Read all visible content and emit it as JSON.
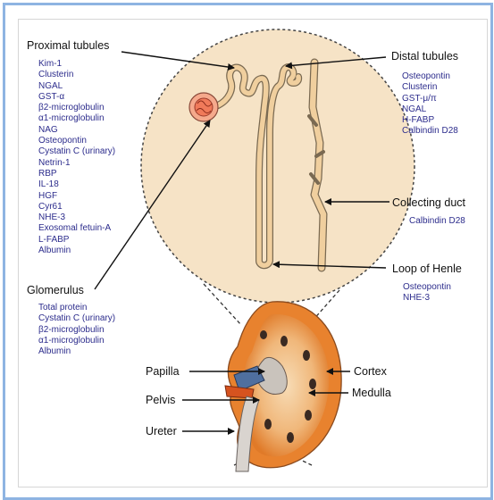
{
  "proximal": {
    "title": "Proximal tubules",
    "markers": [
      "Kim-1",
      "Clusterin",
      "NGAL",
      "GST-α",
      "β2-microglobulin",
      "α1-microglobulin",
      "NAG",
      "Osteopontin",
      "Cystatin C (urinary)",
      "Netrin-1",
      "RBP",
      "IL-18",
      "HGF",
      "Cyr61",
      "NHE-3",
      "Exosomal fetuin-A",
      "L-FABP",
      "Albumin"
    ]
  },
  "glomerulus": {
    "title": "Glomerulus",
    "markers": [
      "Total protein",
      "Cystatin C (urinary)",
      "β2-microglobulin",
      "α1-microglobulin",
      "Albumin"
    ]
  },
  "distal": {
    "title": "Distal tubules",
    "markers": [
      "Osteopontin",
      "Clusterin",
      "GST-μ/π",
      "NGAL",
      "H-FABP",
      "Calbindin D28"
    ]
  },
  "collecting": {
    "title": "Collecting duct",
    "markers": [
      "Calbindin D28"
    ]
  },
  "henle": {
    "title": "Loop of Henle",
    "markers": [
      "Osteopontin",
      "NHE-3"
    ]
  },
  "kidney_labels": {
    "papilla": "Papilla",
    "pelvis": "Pelvis",
    "ureter": "Ureter",
    "cortex": "Cortex",
    "medulla": "Medulla"
  },
  "colors": {
    "frame": "#8eb4e2",
    "marker_text": "#2c2c8c",
    "circle_fill": "#f6e3c6",
    "tubule": "#f0cf9e",
    "kidney_cortex": "#e8822e",
    "kidney_medulla": "#f3d1a6"
  }
}
